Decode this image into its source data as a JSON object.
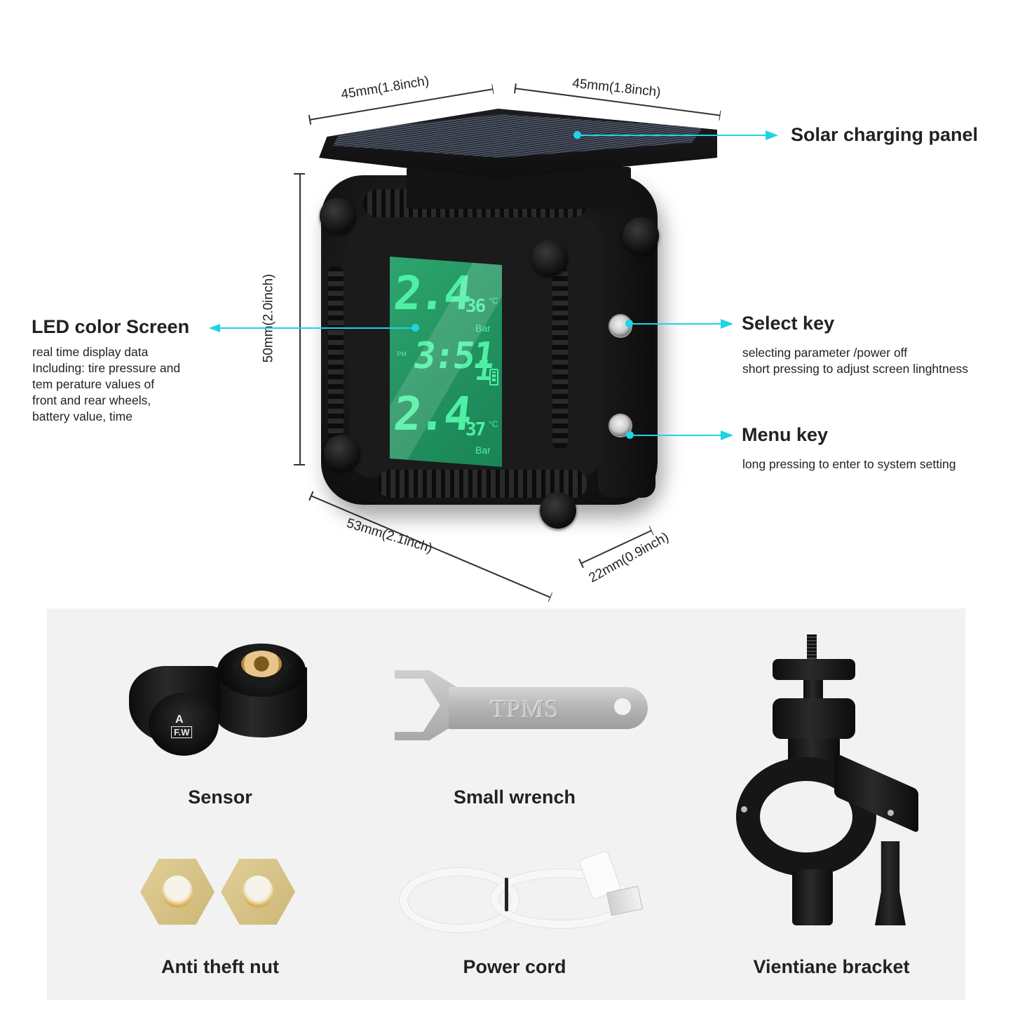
{
  "dimensions": {
    "top_left": "45mm(1.8inch)",
    "top_right": "45mm(1.8inch)",
    "height": "50mm(2.0inch)",
    "bottom_width": "53mm(2.1inch)",
    "depth": "22mm(0.9inch)"
  },
  "display": {
    "front_pressure": "2.4",
    "front_temp": "36",
    "rear_pressure": "2.4",
    "rear_temp": "37",
    "temp_unit": "°C",
    "pressure_unit": "Bar",
    "time": "3:51",
    "time_suffix": "1",
    "period": "PM"
  },
  "callouts": {
    "solar": {
      "title": "Solar charging panel"
    },
    "screen": {
      "title": "LED color Screen",
      "desc": [
        "real time display data",
        "Including: tire pressure and",
        "tem perature values of",
        "front and rear wheels,",
        "battery value, time"
      ]
    },
    "select": {
      "title": "Select key",
      "desc": [
        "selecting parameter /power off",
        "short pressing to adjust screen linghtness"
      ]
    },
    "menu": {
      "title": "Menu key",
      "desc": [
        "long pressing to enter to system setting"
      ]
    }
  },
  "accessories": [
    {
      "label": "Sensor",
      "sensor_marks": {
        "letter": "A",
        "brand": "F.W"
      }
    },
    {
      "label": "Small wrench",
      "engraving": "TPMS"
    },
    {
      "label": "Vientiane bracket"
    },
    {
      "label": "Anti theft nut"
    },
    {
      "label": "Power cord"
    }
  ],
  "colors": {
    "callout": "#1fd3e6",
    "lcd_bg": "#21915f",
    "lcd_digits": "#4ff0a4",
    "panel_bg": "#f2f2f2",
    "text": "#222222"
  }
}
